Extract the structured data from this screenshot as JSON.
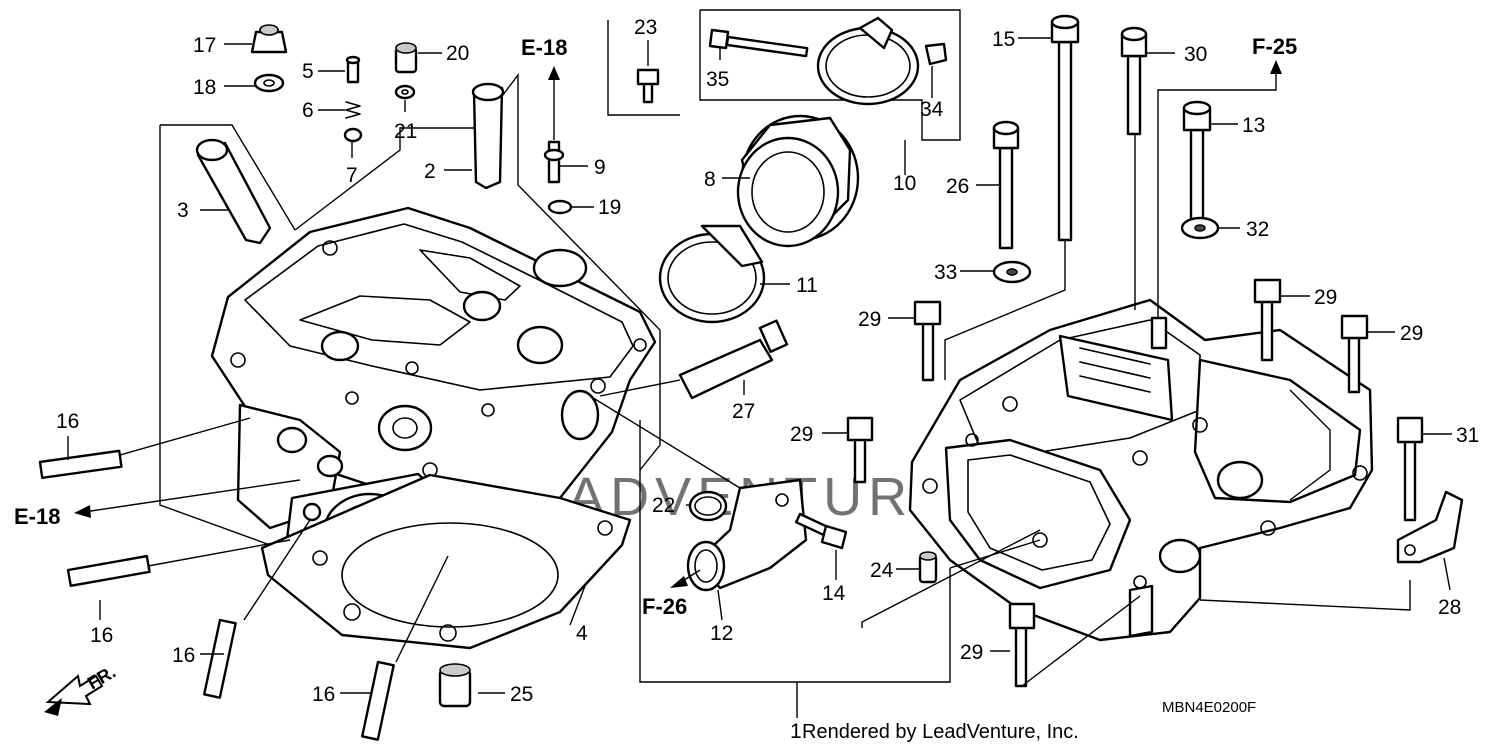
{
  "part_numbers": {
    "n1": "1",
    "n2": "2",
    "n3": "3",
    "n4": "4",
    "n5": "5",
    "n6": "6",
    "n7": "7",
    "n8": "8",
    "n9": "9",
    "n10": "10",
    "n11": "11",
    "n12": "12",
    "n13": "13",
    "n14": "14",
    "n15": "15",
    "n16": "16",
    "n17": "17",
    "n18": "18",
    "n19": "19",
    "n20": "20",
    "n21": "21",
    "n22": "22",
    "n23": "23",
    "n24": "24",
    "n25": "25",
    "n26": "26",
    "n27": "27",
    "n28": "28",
    "n29": "29",
    "n30": "30",
    "n31": "31",
    "n32": "32",
    "n33": "33",
    "n34": "34",
    "n35": "35"
  },
  "references": {
    "e18_top": "E-18",
    "e18_left": "E-18",
    "f25": "F-25",
    "f26": "F-26"
  },
  "front_arrow_label": "FR.",
  "watermark": "LEADVENTURE",
  "diagram_code": "MBN4E0200F",
  "credit": "Rendered by LeadVenture, Inc.",
  "icons": {
    "front_arrow": "fr-arrow-icon",
    "reference_arrow": "arrow-icon"
  }
}
